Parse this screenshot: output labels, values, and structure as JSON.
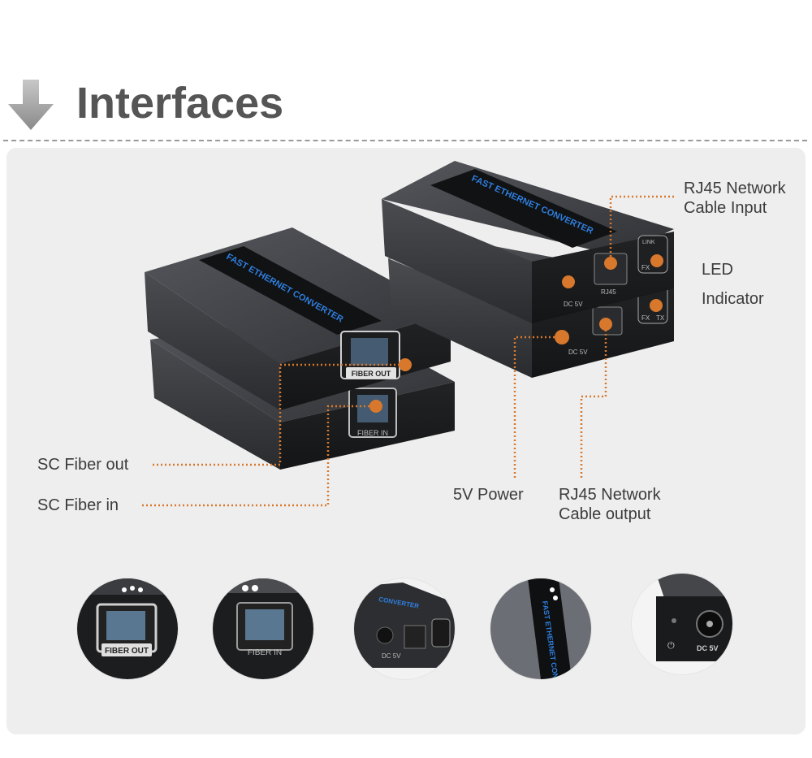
{
  "header": {
    "title": "Interfaces",
    "icon": "down-arrow-icon"
  },
  "devices": {
    "left_top_label": "FAST ETHERNET CONVERTER",
    "left_top_port": "FIBER OUT",
    "left_bottom_port": "FIBER IN",
    "right_top_label": "FAST ETHERNET CONVERTER",
    "dc_label": "DC 5V",
    "rj45_label": "RJ45",
    "link_label": "LINK",
    "fx_label": "FX",
    "tx_label": "TX"
  },
  "callouts": {
    "rj45_in_line1": "RJ45 Network",
    "rj45_in_line2": "Cable Input",
    "led_line1": "LED",
    "led_line2": "Indicator",
    "sc_fiber_out": "SC Fiber out",
    "sc_fiber_in": "SC Fiber in",
    "power_5v": "5V Power",
    "rj45_out_line1": "RJ45 Network",
    "rj45_out_line2": "Cable output"
  },
  "thumbnails": {
    "t1_label": "FIBER OUT",
    "t2_label": "FIBER IN",
    "t3_label": "DC 5V",
    "t4_label": "FAST ETHERNET CONVERTER",
    "t5_label": "DC 5V"
  },
  "colors": {
    "accent": "#d8782c",
    "device": "#3a3c40",
    "label_blue": "#2f7fe0",
    "panel": "#eeeeee",
    "title": "#555555"
  }
}
